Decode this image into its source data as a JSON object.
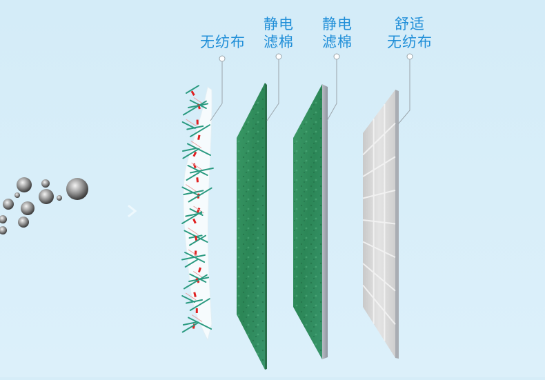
{
  "layers": [
    {
      "line1": "无纺布",
      "line2": ""
    },
    {
      "line1": "静电",
      "line2": "滤棉"
    },
    {
      "line1": "静电",
      "line2": "滤棉"
    },
    {
      "line1": "舒适",
      "line2": "无纺布"
    }
  ],
  "colors": {
    "background": "#d6edf8",
    "label": "#1f8ed8",
    "filter_green": "#2f8a5a",
    "fabric_gray": "#dcdcdc",
    "fiber_red": "#e02020",
    "fiber_teal": "#2a9a80"
  }
}
